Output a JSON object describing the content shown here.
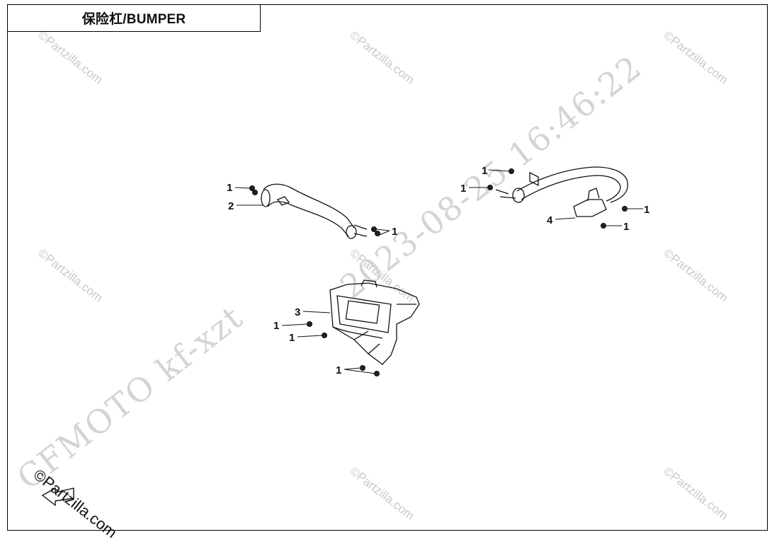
{
  "title": "保险杠/BUMPER",
  "watermark": "©Partzilla.com",
  "stamp": {
    "datetime": "2023-08-25  16:46:22",
    "user": "CFMOTO  kf-xzt"
  },
  "copyright_mark": "©Partzilla.com",
  "callouts": {
    "bolt": "1",
    "front_tube": "2",
    "plate_bracket": "3",
    "mount_bracket": "4"
  }
}
